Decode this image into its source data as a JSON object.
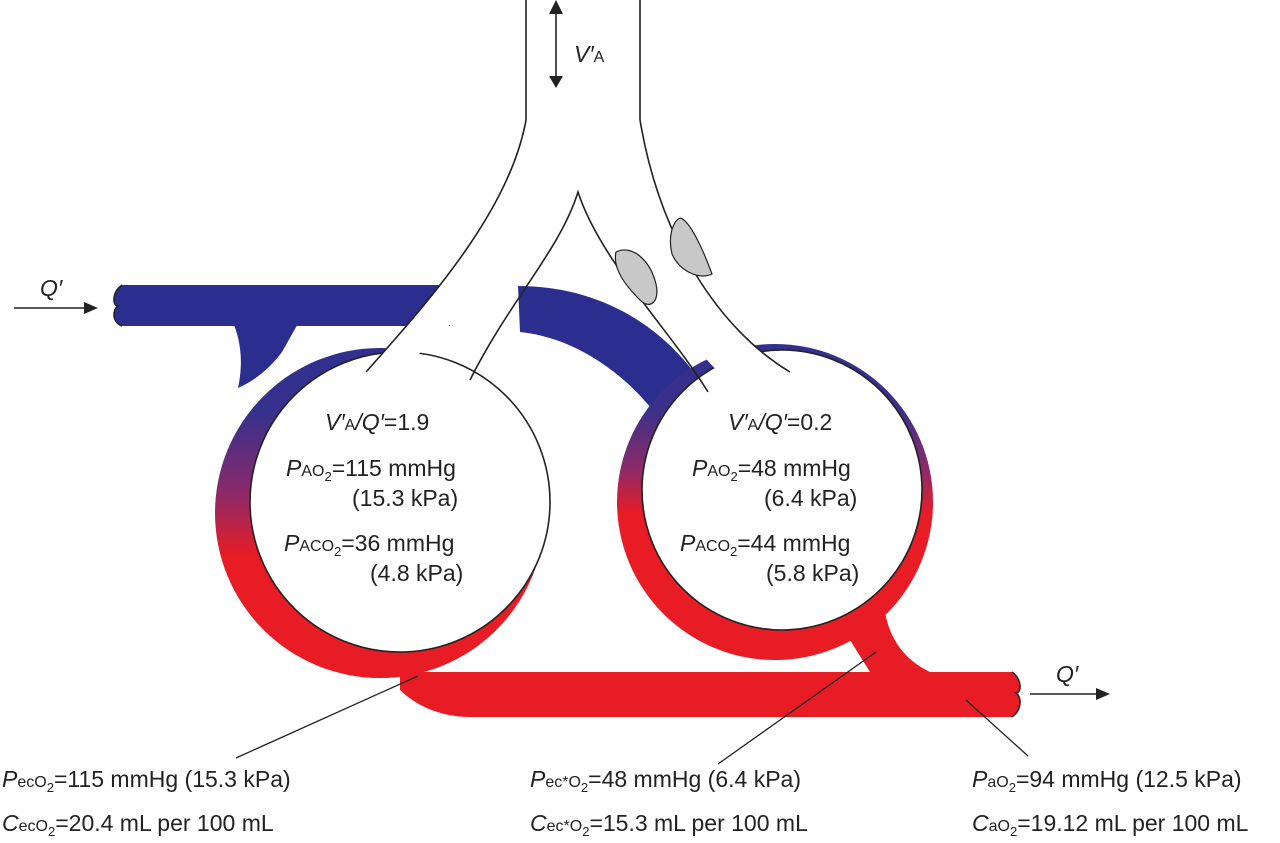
{
  "ventilation": {
    "symbol": "V′",
    "sub": "A"
  },
  "flow_in": {
    "label": "Q′"
  },
  "flow_out": {
    "label": "Q′"
  },
  "alveolus_high": {
    "ratio_value": "=1.9",
    "pao2_value": "=115 mmHg",
    "pao2_kpa": "(15.3 kPa)",
    "paco2_value": "=36 mmHg",
    "paco2_kpa": "(4.8 kPa)"
  },
  "alveolus_low": {
    "ratio_value": "=0.2",
    "pao2_value": "=48 mmHg",
    "pao2_kpa": "(6.4 kPa)",
    "paco2_value": "=44 mmHg",
    "paco2_kpa": "(5.8 kPa)"
  },
  "symbols": {
    "P": "P",
    "C": "C",
    "A": "A",
    "O2_O": "O",
    "CO2_CO": "CO",
    "two": "2",
    "va_V": "V′",
    "slash_Q": "/Q′"
  },
  "capillary_high": {
    "p_sub": "ec",
    "p_value": "=115 mmHg (15.3 kPa)",
    "c_sub": "ec",
    "c_value": "=20.4 mL per 100 mL"
  },
  "capillary_low": {
    "p_sub": "ec*",
    "p_value": "=48 mmHg (6.4 kPa)",
    "c_sub": "ec*",
    "c_value": "=15.3 mL per 100 mL"
  },
  "arterial": {
    "p_sub": "a",
    "p_value": "=94 mmHg (12.5 kPa)",
    "c_sub": "a",
    "c_value": "=19.12 mL per 100 mL"
  },
  "colors": {
    "venous": "#2b2e8f",
    "arterial": "#e81c24",
    "mucus": "#c8c8c8",
    "outline": "#222222"
  }
}
